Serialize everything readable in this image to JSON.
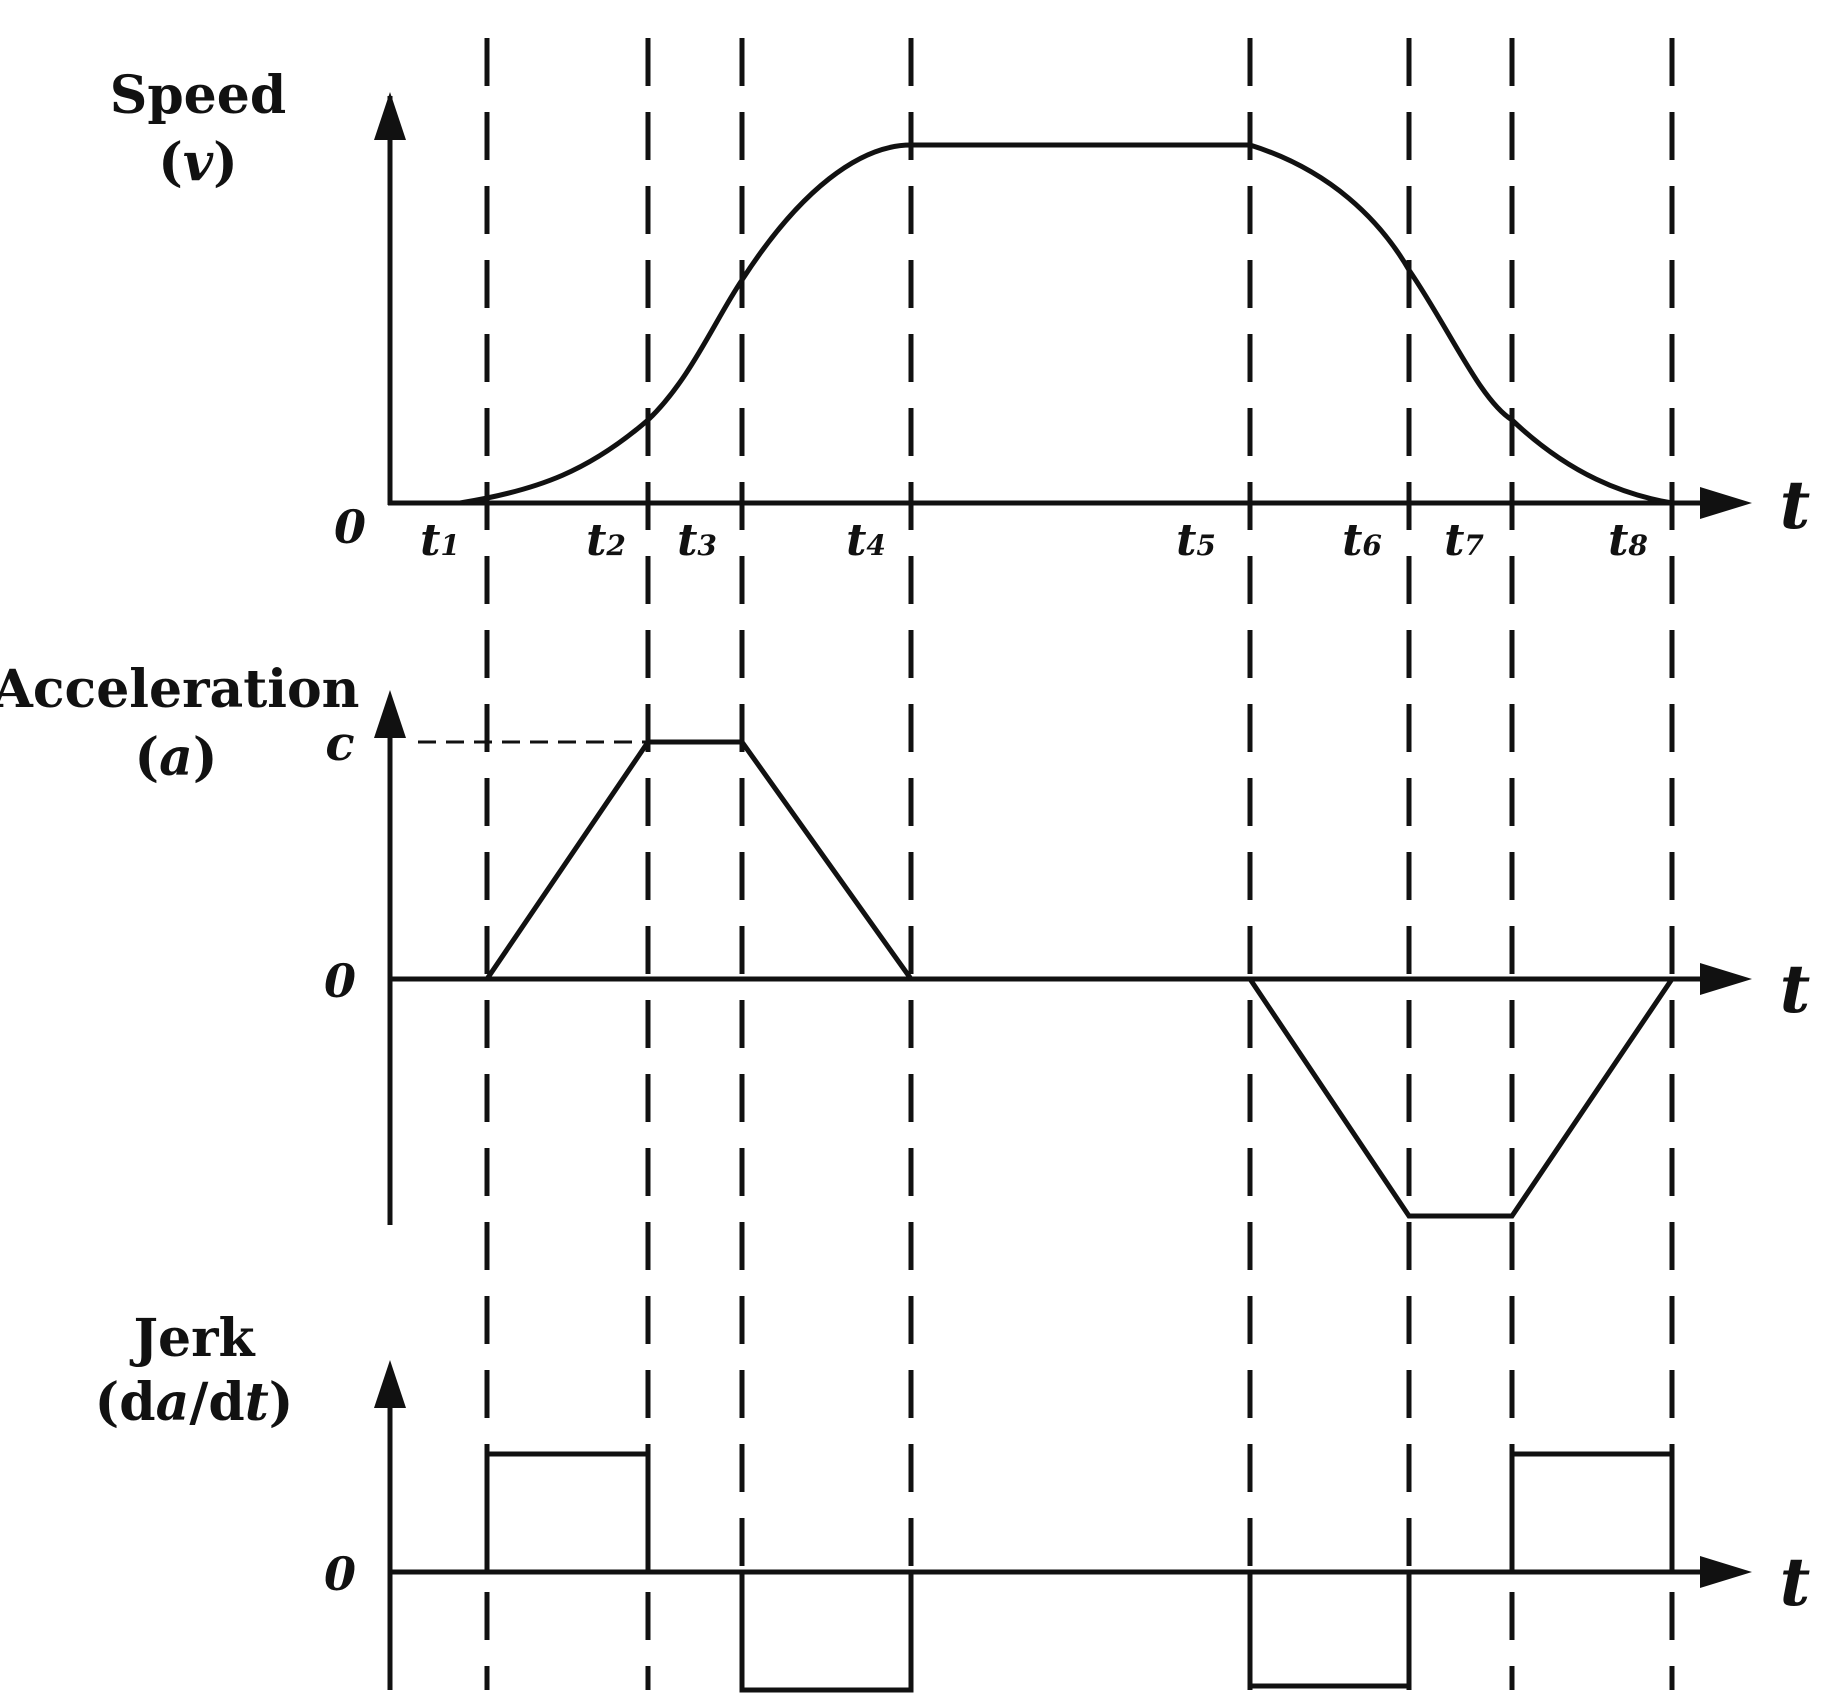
{
  "diagram": {
    "axis_variable": "t",
    "zero_label": "0",
    "panels": [
      {
        "id": "speed",
        "title": "Speed",
        "symbol_open": "(",
        "symbol": "v",
        "symbol_close": ")"
      },
      {
        "id": "acceleration",
        "title": "Acceleration",
        "symbol_open": "(",
        "symbol": "a",
        "symbol_close": ")",
        "peak_label": "c"
      },
      {
        "id": "jerk",
        "title": "Jerk",
        "symbol_open": "(d",
        "symbol": "a",
        "symbol_mid": "/d",
        "symbol2": "t",
        "symbol_close": ")"
      }
    ],
    "time_markers": [
      {
        "base": "t",
        "sub": "1"
      },
      {
        "base": "t",
        "sub": "2"
      },
      {
        "base": "t",
        "sub": "3"
      },
      {
        "base": "t",
        "sub": "4"
      },
      {
        "base": "t",
        "sub": "5"
      },
      {
        "base": "t",
        "sub": "6"
      },
      {
        "base": "t",
        "sub": "7"
      },
      {
        "base": "t",
        "sub": "8"
      }
    ],
    "line_color": "#111111"
  }
}
